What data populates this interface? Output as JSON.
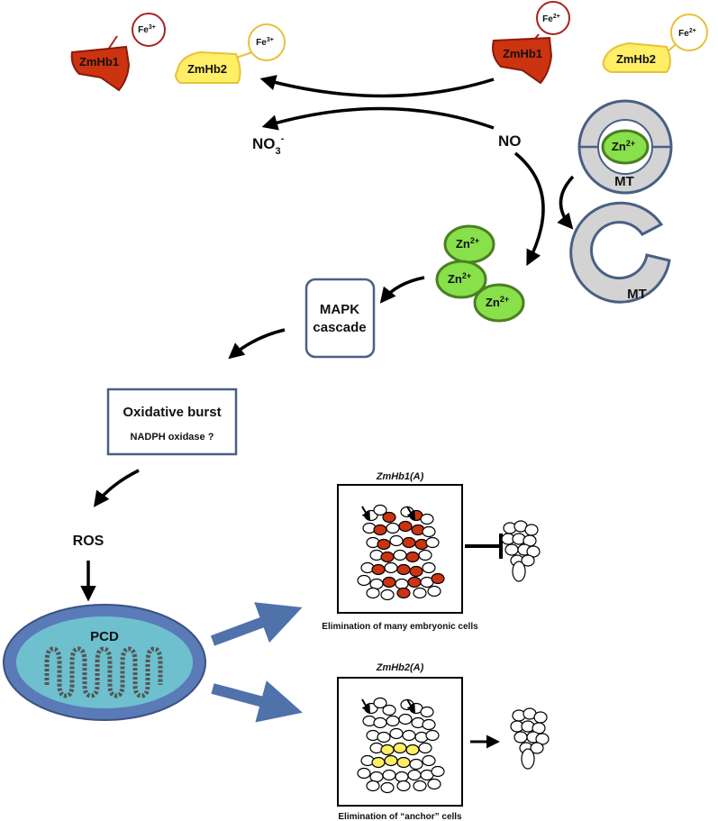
{
  "hemoglobins": {
    "hb1_label": "ZmHb1",
    "hb2_label": "ZmHb2",
    "ferric_base": "Fe",
    "ferric_charge": "3+",
    "ferrous_base": "Fe",
    "ferrous_charge": "2+",
    "hb1_color": "#cc3311",
    "hb2_color": "#ffee66"
  },
  "species": {
    "nitrate_base": "NO",
    "nitrate_sub": "3",
    "nitrate_sup": "-",
    "no_label": "NO",
    "zinc_base": "Zn",
    "zinc_charge": "2+",
    "zinc_color": "#88e04a"
  },
  "metallothionein": {
    "bound_label": "MT",
    "open_label": "MT"
  },
  "signaling": {
    "mapk_line1": "MAPK",
    "mapk_line2": "cascade",
    "burst_title": "Oxidative burst",
    "burst_subtitle": "NADPH oxidase ?",
    "ros_label": "ROS",
    "pcd_label": "PCD"
  },
  "outcomes": {
    "panel_a_title": "ZmHb1(A)",
    "panel_a_caption": "Elimination of many embryonic cells",
    "panel_b_title": "ZmHb2(A)",
    "panel_b_caption": "Elimination of “anchor” cells"
  }
}
